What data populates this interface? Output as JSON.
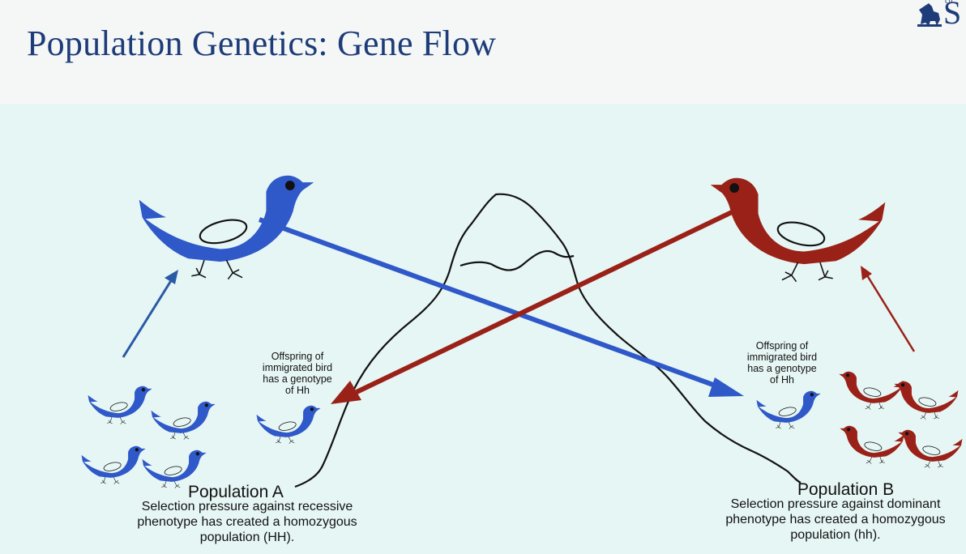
{
  "slide": {
    "title": "Population Genetics: Gene Flow",
    "logo_letter": "S",
    "logo_small": "ch"
  },
  "colors": {
    "title": "#1d3c78",
    "blue_bird": "#2f58c9",
    "red_bird": "#9a2118",
    "panel_background": "#e6f6f4"
  },
  "population_a": {
    "name": "Population A",
    "description": [
      "Selection pressure against recessive",
      "phenotype has created a homozygous",
      "population (HH)."
    ],
    "offspring_note": [
      "Offspring of",
      "immigrated bird",
      "has a genotype",
      "of Hh"
    ]
  },
  "population_b": {
    "name": "Population B",
    "description": [
      "Selection pressure against dominant",
      "phenotype has created a homozygous",
      "population (hh)."
    ],
    "offspring_note": [
      "Offspring of",
      "immigrated bird",
      "has a genotype",
      "of Hh"
    ]
  },
  "icons": [
    "bird-icon",
    "mountain-icon",
    "arrow-icon",
    "horse-logo-icon"
  ]
}
